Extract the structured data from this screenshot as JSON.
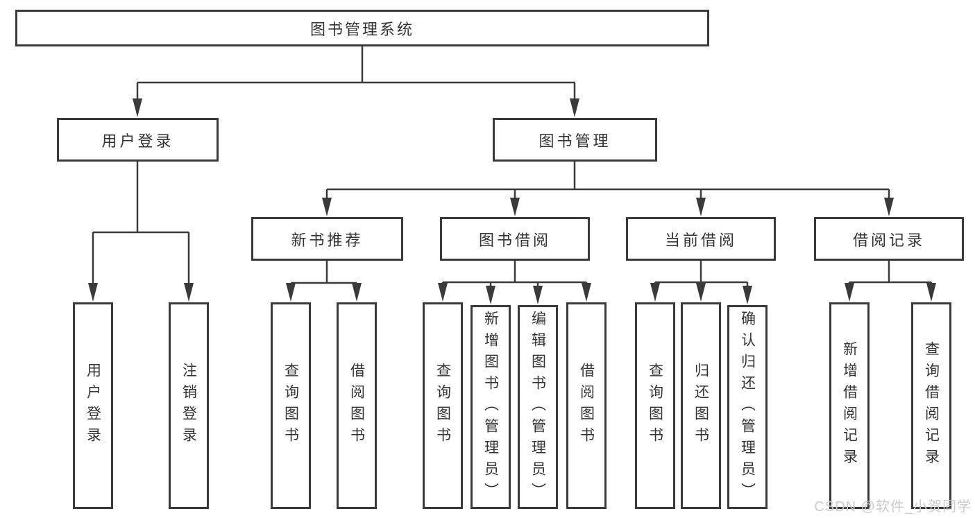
{
  "diagram": {
    "root": {
      "label": "图书管理系统"
    },
    "user_login": {
      "label": "用户登录",
      "children": [
        {
          "label": "用户登录"
        },
        {
          "label": "注销登录"
        }
      ]
    },
    "book_management": {
      "label": "图书管理",
      "children": [
        {
          "label": "新书推荐",
          "children": [
            {
              "label": "查询图书"
            },
            {
              "label": "借阅图书"
            }
          ]
        },
        {
          "label": "图书借阅",
          "children": [
            {
              "label": "查询图书"
            },
            {
              "label": "新增图书（管理员）"
            },
            {
              "label": "编辑图书（管理员）"
            },
            {
              "label": "借阅图书"
            }
          ]
        },
        {
          "label": "当前借阅",
          "children": [
            {
              "label": "查询图书"
            },
            {
              "label": "归还图书"
            },
            {
              "label": "确认归还（管理员）"
            }
          ]
        },
        {
          "label": "借阅记录",
          "children": [
            {
              "label": "新增借阅记录"
            },
            {
              "label": "查询借阅记录"
            }
          ]
        }
      ]
    },
    "watermark": "CSDN @软件_小贺同学",
    "colors": {
      "line": "#3a3a3a",
      "text": "#333333",
      "background": "#ffffff",
      "watermark": "#cccccc"
    }
  }
}
